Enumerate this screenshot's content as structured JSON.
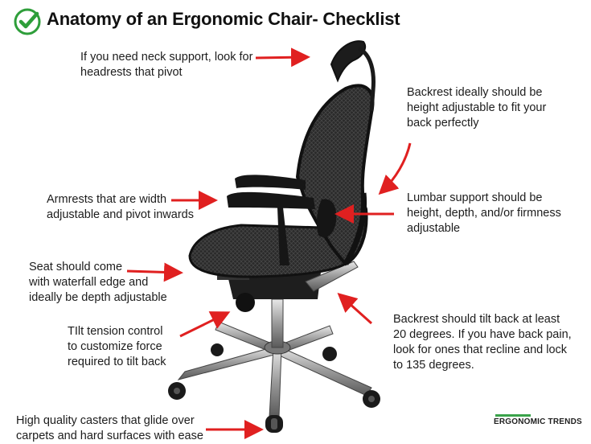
{
  "header": {
    "title": "Anatomy of an Ergonomic Chair- Checklist",
    "icon": "checkmark-circle-icon"
  },
  "annotations": {
    "headrest": "If you need neck support, look for\nheadrests that pivot",
    "backrest": "Backrest ideally should be\nheight adjustable to fit your\nback perfectly",
    "armrests": "Armrests that are width\nadjustable and pivot inwards",
    "lumbar": "Lumbar support should be\nheight, depth, and/or firmness\nadjustable",
    "seat": "Seat should come\nwith waterfall edge and\nideally be depth adjustable",
    "tilt_back": "Backrest should tilt back at least\n20 degrees. If you have back pain,\nlook for ones that recline and lock\nto 135 degrees.",
    "tension": "TIlt tension control\nto customize force\nrequired to tilt back",
    "casters": "High quality casters that glide over\ncarpets and hard surfaces with ease"
  },
  "brand": {
    "name": "ERGONOMIC TRENDS"
  },
  "colors": {
    "arrow": "#e02020",
    "check": "#2e9e3a",
    "brand_accent": "#3aa34a"
  }
}
